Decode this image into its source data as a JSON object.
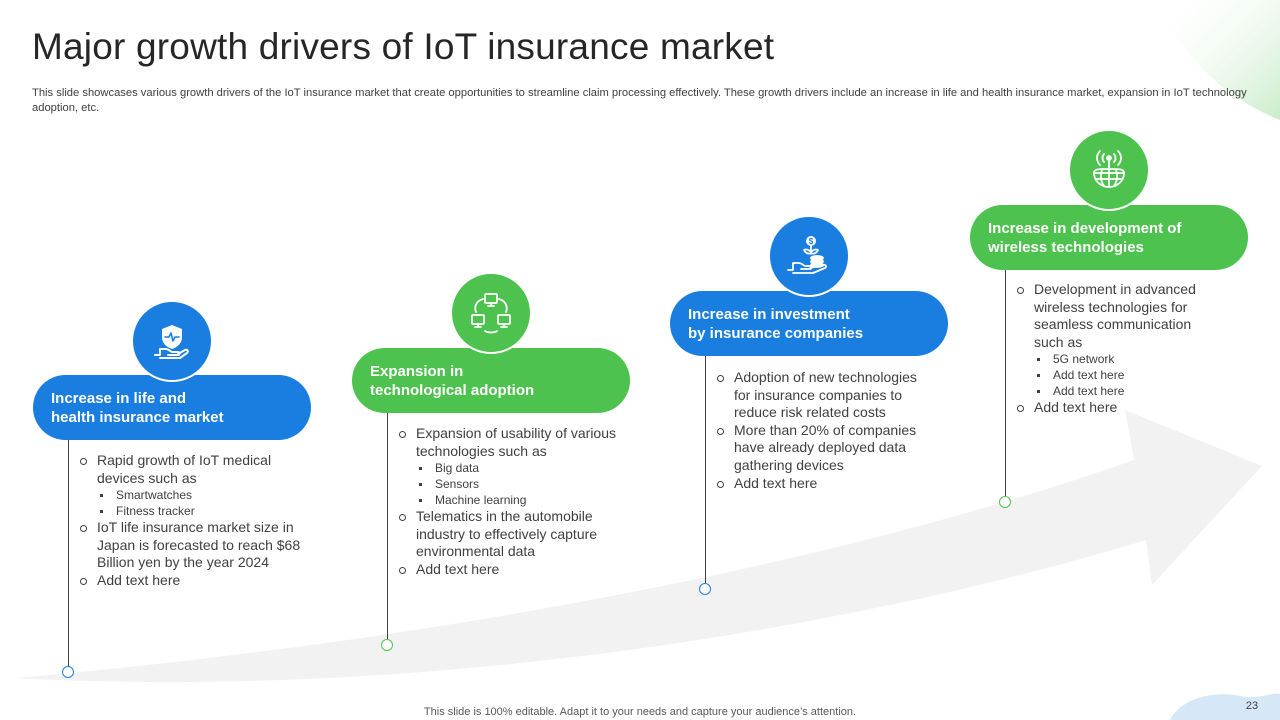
{
  "slide": {
    "title": "Major growth drivers of IoT insurance market",
    "subtitle": "This slide showcases various growth drivers of the IoT insurance market that create opportunities to streamline claim processing effectively. These growth drivers include an increase in life and health insurance market, expansion in IoT technology adoption, etc.",
    "footer": "This slide is 100% editable. Adapt it to your needs and capture your audience’s attention.",
    "page_number": "23"
  },
  "colors": {
    "blue": "#1a7ee0",
    "green": "#4ec24e",
    "arrow": "#f2f2f2"
  },
  "drivers": [
    {
      "icon": "shield-hand-icon",
      "color": "blue",
      "title": "Increase in life and\nhealth insurance market",
      "bullets": [
        {
          "text": "Rapid growth of IoT medical devices such as",
          "sub": [
            "Smartwatches",
            "Fitness tracker"
          ]
        },
        {
          "text": "IoT life insurance market size in Japan is forecasted to reach $68 Billion yen by the year 2024"
        },
        {
          "text": "Add text here"
        }
      ]
    },
    {
      "icon": "network-computers-icon",
      "color": "green",
      "title": "Expansion in\ntechnological adoption",
      "bullets": [
        {
          "text": "Expansion of usability of various technologies such as",
          "sub": [
            "Big data",
            "Sensors",
            "Machine learning"
          ]
        },
        {
          "text": "Telematics in the automobile industry to effectively capture environmental data"
        },
        {
          "text": "Add text here"
        }
      ]
    },
    {
      "icon": "hand-coins-icon",
      "color": "blue",
      "title": "Increase in investment\nby insurance companies",
      "bullets": [
        {
          "text": "Adoption of new technologies for insurance companies to reduce risk related costs"
        },
        {
          "text": "More than 20% of companies have already deployed data gathering devices"
        },
        {
          "text": "Add text here"
        }
      ]
    },
    {
      "icon": "wireless-globe-icon",
      "color": "green",
      "title": "Increase in development of\nwireless technologies",
      "bullets": [
        {
          "text": "Development in advanced wireless technologies for seamless communication such as",
          "sub": [
            "5G network",
            "Add text here",
            "Add text here"
          ]
        },
        {
          "text": "Add text here"
        }
      ]
    }
  ]
}
